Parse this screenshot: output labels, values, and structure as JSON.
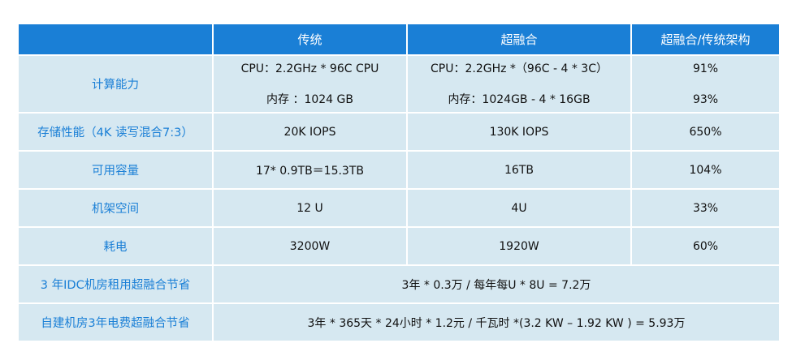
{
  "header": {
    "corner": "",
    "col1": "传统",
    "col2": "超融合",
    "col3": "超融合/传统架构"
  },
  "rows": [
    {
      "label": "计算能力",
      "col1": [
        "CPU：2.2GHz * 96C CPU",
        "内存  ：1024 GB"
      ],
      "col2": [
        "CPU：2.2GHz *（96C -  4 * 3C）",
        "内存：1024GB - 4 * 16GB"
      ],
      "col3": [
        "91%",
        "93%"
      ]
    },
    {
      "label": "存储性能（4K 读写混合7:3）",
      "col1": "20K IOPS",
      "col2": "130K IOPS",
      "col3": "650%"
    },
    {
      "label": "可用容量",
      "col1": "17* 0.9TB＝15.3TB",
      "col2": "16TB",
      "col3": "104%"
    },
    {
      "label": "机架空间",
      "col1": "12 U",
      "col2": "4U",
      "col3": "33%"
    },
    {
      "label": "耗电",
      "col1": "3200W",
      "col2": "1920W",
      "col3": "60%"
    }
  ],
  "savings": [
    {
      "label": "3 年IDC机房租用超融合节省",
      "value": "3年 * 0.3万 / 每年每U * 8U =  7.2万"
    },
    {
      "label": "自建机房3年电费超融合节省",
      "value": "3年 * 365天 * 24小时 * 1.2元 / 千瓦时 *(3.2 KW – 1.92 KW ) = 5.93万"
    }
  ]
}
